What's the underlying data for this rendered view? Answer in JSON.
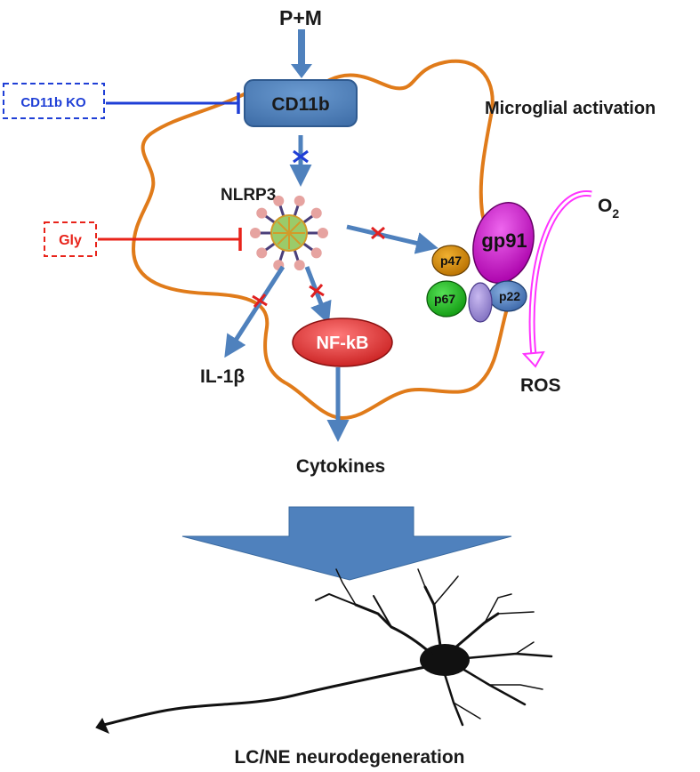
{
  "labels": {
    "input": "P+M",
    "cd11b": "CD11b",
    "cd11b_ko": "CD11b KO",
    "microglial_activation": "Microglial activation",
    "nlrp3": "NLRP3",
    "gly": "Gly",
    "gp91": "gp91",
    "p47": "p47",
    "p67": "p67",
    "p22": "p22",
    "o2": "O",
    "o2_sub": "2",
    "nfkb": "NF-kB",
    "il1b": "IL-1β",
    "ros": "ROS",
    "cytokines": "Cytokines",
    "outcome": "LC/NE neurodegeneration"
  },
  "colors": {
    "arrow_blue": "#4f81bd",
    "membrane_orange": "#e07b1a",
    "inhibit_blue": "#1f3fd6",
    "inhibit_red": "#e8231a",
    "block_x_red": "#e02020",
    "block_x_blue": "#1f3fd6",
    "cd11b_fill": "#4f81bd",
    "gp91_fill": "#cc00cc",
    "p47_fill": "#cc8800",
    "p67_fill": "#22bb22",
    "mid_subunit_fill": "#a08ad8",
    "p22_fill": "#4f7fbf",
    "nfkb_fill": "#e03030",
    "ros_arrow": "#ff33ff",
    "neuron": "#111111"
  },
  "icons": {
    "nlrp3": "inflammasome-star-icon",
    "neuron": "neuron-icon"
  }
}
